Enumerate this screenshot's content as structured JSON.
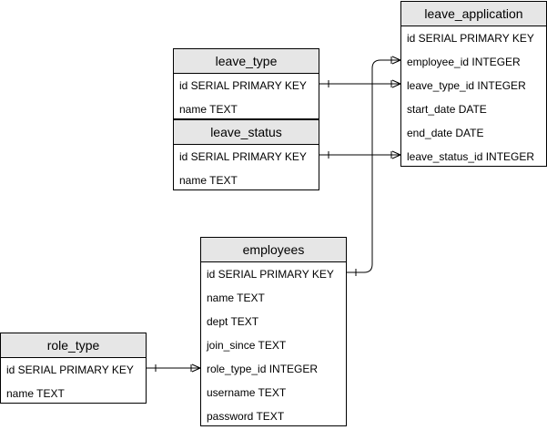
{
  "entities": {
    "leave_application": {
      "title": "leave_application",
      "rows": [
        "id SERIAL PRIMARY KEY",
        "employee_id INTEGER",
        "leave_type_id INTEGER",
        "start_date DATE",
        "end_date DATE",
        "leave_status_id INTEGER"
      ]
    },
    "leave_type": {
      "title": "leave_type",
      "rows": [
        "id SERIAL PRIMARY KEY",
        "name TEXT"
      ]
    },
    "leave_status": {
      "title": "leave_status",
      "rows": [
        "id SERIAL PRIMARY KEY",
        "name TEXT"
      ]
    },
    "employees": {
      "title": "employees",
      "rows": [
        "id SERIAL PRIMARY KEY",
        "name TEXT",
        "dept TEXT",
        "join_since TEXT",
        "role_type_id INTEGER",
        "username TEXT",
        "password TEXT"
      ]
    },
    "role_type": {
      "title": "role_type",
      "rows": [
        "id SERIAL PRIMARY KEY",
        "name TEXT"
      ]
    }
  },
  "relationships": [
    {
      "from": "leave_type.id",
      "to": "leave_application.leave_type_id",
      "cardinality": "one-to-many"
    },
    {
      "from": "leave_status.id",
      "to": "leave_application.leave_status_id",
      "cardinality": "one-to-many"
    },
    {
      "from": "employees.id",
      "to": "leave_application.employee_id",
      "cardinality": "one-to-many"
    },
    {
      "from": "role_type.id",
      "to": "employees.role_type_id",
      "cardinality": "one-to-many"
    }
  ]
}
